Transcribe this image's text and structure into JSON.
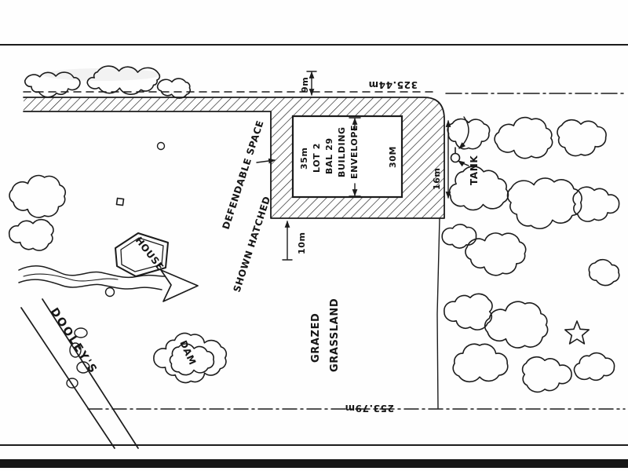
{
  "plan": {
    "boundaries": {
      "top": "325.44m",
      "bottom": "253.79m"
    },
    "road_name": "DOOLEY'S",
    "dims": {
      "front_setback": "9m",
      "rear_setback": "10m",
      "side_offset": "16m",
      "envelope_width": "35m",
      "envelope_depth": "30M"
    },
    "envelope": {
      "lot": "LOT 2",
      "bal": "BAL 29",
      "word1": "BUILDING",
      "word2": "ENVELOPE"
    },
    "labels": {
      "tank": "TANK",
      "house": "HOUSE",
      "dam": "DAM",
      "grazed": "GRAZED",
      "grassland": "GRASSLAND",
      "defendable1": "DEFENDABLE SPACE",
      "defendable2": "SHOWN HATCHED"
    }
  }
}
